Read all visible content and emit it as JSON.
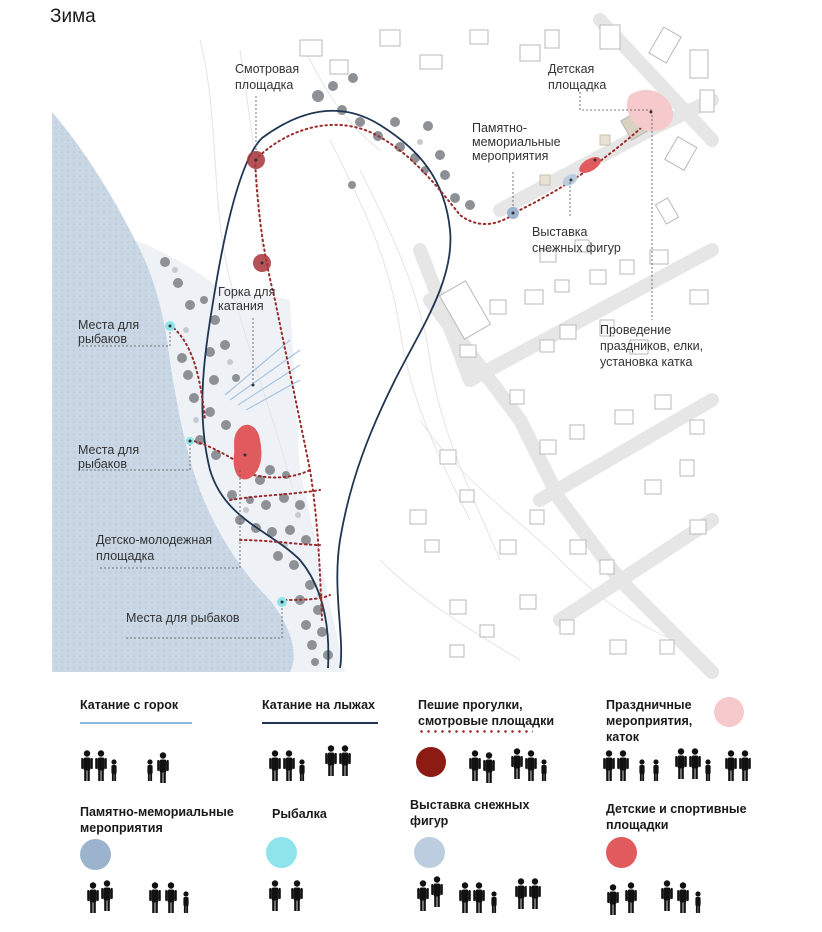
{
  "title": "Зима",
  "map_labels": {
    "viewpoint": [
      "Смотровая",
      "площадка"
    ],
    "kids_playground": [
      "Детская",
      "площадка"
    ],
    "memorial": [
      "Памятно-",
      "мемориальные",
      "мероприятия"
    ],
    "snow_figures": [
      "Выставка",
      "снежных фигур"
    ],
    "sled_hill": [
      "Горка для",
      "катания"
    ],
    "fishing_1": [
      "Места для",
      "рыбаков"
    ],
    "fishing_2": [
      "Места для",
      "рыбаков"
    ],
    "fishing_3": "Места для рыбаков",
    "youth_area": [
      "Детско-молодежная",
      "площадка"
    ],
    "holidays": [
      "Проведение",
      "праздников, елки,",
      "установка катка"
    ]
  },
  "legend": {
    "sledding": {
      "label": "Катание с горок",
      "color": "#8fb8de",
      "icon": "line-icon"
    },
    "skiing": {
      "label": "Катание на лыжах",
      "color": "#1f3552",
      "icon": "line-icon"
    },
    "walks": {
      "label": "Пешие прогулки, смотровые площадки",
      "color": "#8c1c13",
      "icon": "dotted-line-and-circle-icon"
    },
    "holidays": {
      "label": "Праздничные мероприятия, каток",
      "color": "#f6c9cc",
      "icon": "circle-icon"
    },
    "memorial": {
      "label": "Памятно-мемориальные мероприятия",
      "color": "#9cb3cd",
      "icon": "circle-icon"
    },
    "fishing": {
      "label": "Рыбалка",
      "color": "#8fe3ea",
      "icon": "circle-icon"
    },
    "snow_figures": {
      "label": "Выставка снежных фигур",
      "color": "#bccde0",
      "icon": "circle-icon"
    },
    "sports": {
      "label": "Детские и спортивные площадки",
      "color": "#e05a5e",
      "icon": "circle-icon"
    }
  }
}
